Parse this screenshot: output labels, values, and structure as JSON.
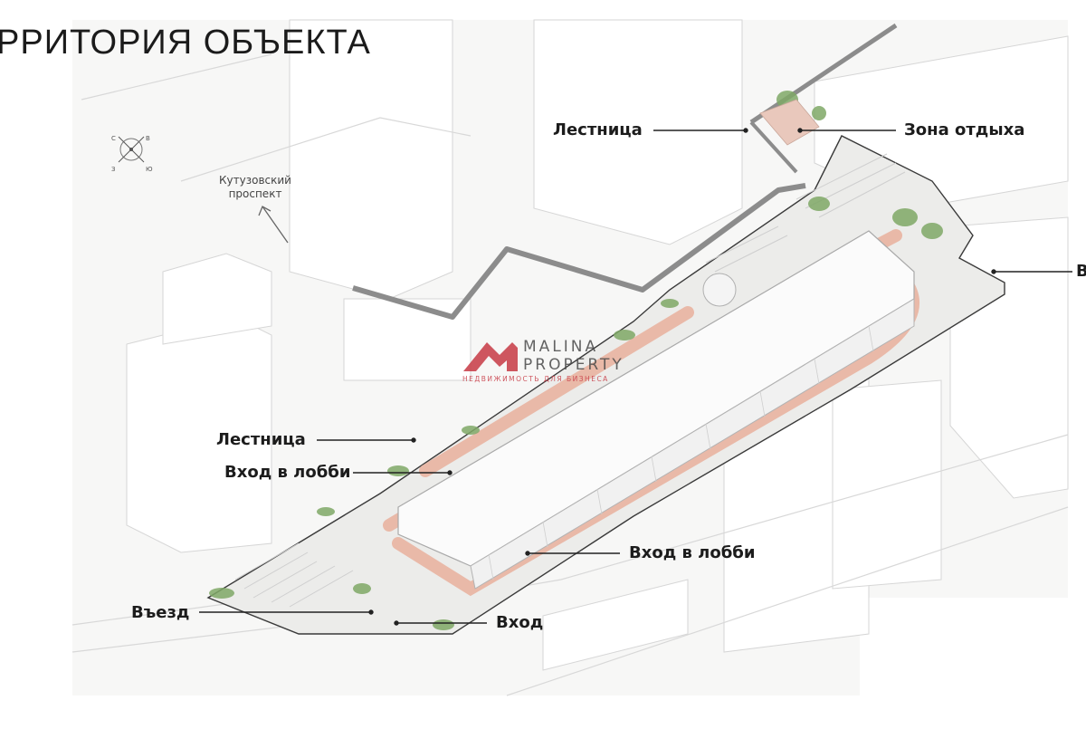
{
  "title": "РРИТОРИЯ ОБЪЕКТА",
  "compass": {
    "n": "С",
    "e": "В",
    "s": "Ю",
    "w": "З"
  },
  "street": {
    "line1": "Кутузовский",
    "line2": "проспект"
  },
  "labels": {
    "stairs_top": "Лестница",
    "rest_zone": "Зона отдыха",
    "edge_right": "В",
    "stairs_left": "Лестница",
    "lobby_left": "Вход в лобби",
    "lobby_right": "Вход в лобби",
    "entry_car": "Въезд",
    "entry": "Вход"
  },
  "watermark": {
    "brand_line1": "MALINA",
    "brand_line2": "PROPERTY",
    "tagline": "НЕДВИЖИМОСТЬ ДЛЯ БИЗНЕСА"
  },
  "colors": {
    "paving": "#e9b9a8",
    "greenery": "#7fa866",
    "wall": "#8c8c8c",
    "brand": "#c73a45"
  }
}
